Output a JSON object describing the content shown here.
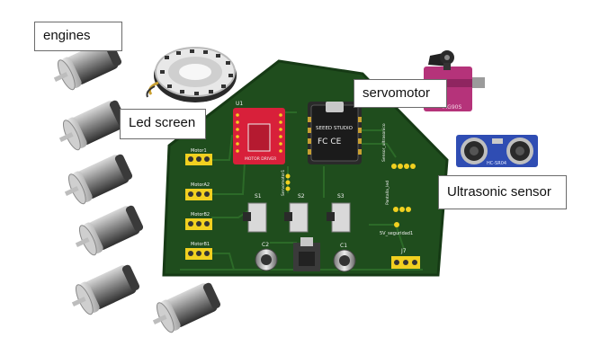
{
  "labels": {
    "engines": "engines",
    "led_screen": "Led screen",
    "servomotor": "servomotor",
    "ultrasonic": "Ultrasonic sensor"
  },
  "board": {
    "color": "#1f4d1d",
    "ic_ref": "U1",
    "driver_text": "MOTOR DRIVER",
    "mcu_brand": "SEEED STUDIO",
    "mcu_marks": "FC CE",
    "motor_headers": [
      "Motor1",
      "MotorA2",
      "MotorB2",
      "MotorB1"
    ],
    "switches": [
      "S1",
      "S2",
      "S3"
    ],
    "capacitors": [
      "C2",
      "C1"
    ],
    "header_labels": [
      "Sensor_ultrasonico",
      "Pantalla_led",
      "5V_seguridad1",
      "J7",
      "Servomotor1"
    ]
  },
  "parts": {
    "servo_model": "MG90S",
    "sensor_model": "HC-SR04"
  },
  "colors": {
    "pcb": "#1f4d1d",
    "driver_red": "#d8203a",
    "pad_yellow": "#f1d020",
    "servo_pink": "#b5337a",
    "sensor_blue": "#2f4db3"
  }
}
